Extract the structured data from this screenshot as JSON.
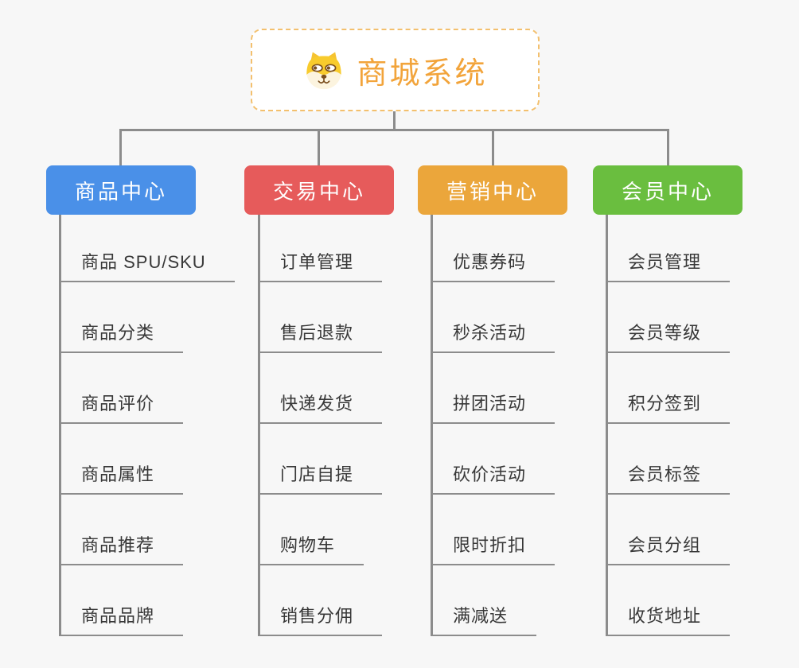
{
  "page": {
    "background_color": "#f7f7f7",
    "connector_color": "#8c8c8c"
  },
  "root": {
    "title": "商城系统",
    "icon": "dog-face-icon",
    "text_color": "#f2a43b",
    "border_color": "#f3c06e"
  },
  "branches": [
    {
      "label": "商品中心",
      "color": "#4a90e8",
      "items": [
        "商品 SPU/SKU",
        "商品分类",
        "商品评价",
        "商品属性",
        "商品推荐",
        "商品品牌"
      ]
    },
    {
      "label": "交易中心",
      "color": "#e65b5b",
      "items": [
        "订单管理",
        "售后退款",
        "快递发货",
        "门店自提",
        "购物车",
        "销售分佣"
      ]
    },
    {
      "label": "营销中心",
      "color": "#eba63b",
      "items": [
        "优惠券码",
        "秒杀活动",
        "拼团活动",
        "砍价活动",
        "限时折扣",
        "满减送"
      ]
    },
    {
      "label": "会员中心",
      "color": "#6abe3f",
      "items": [
        "会员管理",
        "会员等级",
        "积分签到",
        "会员标签",
        "会员分组",
        "收货地址"
      ]
    }
  ],
  "item_text_color": "#383838"
}
